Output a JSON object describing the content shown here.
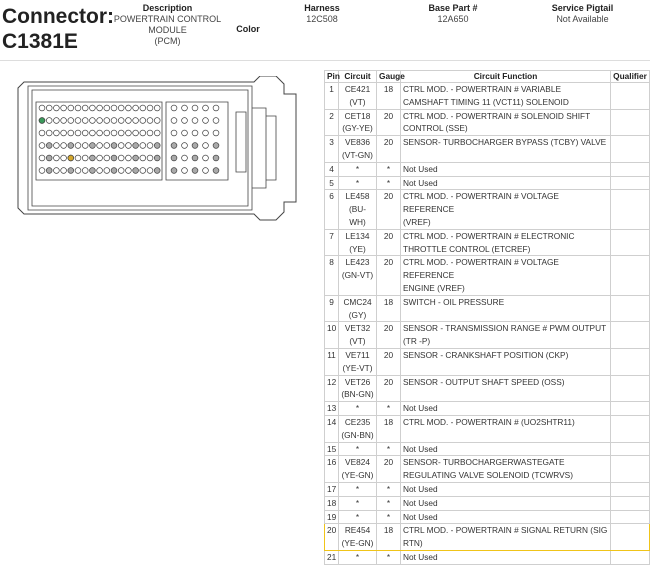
{
  "header": {
    "title_line1": "Connector:",
    "title_line2": "C1381E",
    "description_label": "Description",
    "description_value_line1": "POWERTRAIN CONTROL MODULE",
    "description_value_line2": "(PCM)",
    "color_label": "Color",
    "harness_label": "Harness",
    "harness_value": "12C508",
    "base_part_label": "Base Part #",
    "base_part_value": "12A650",
    "service_pigtail_label": "Service Pigtail",
    "service_pigtail_value": "Not Available"
  },
  "table": {
    "columns": [
      "Pin",
      "Circuit",
      "Gauge",
      "Circuit Function",
      "Qualifier"
    ],
    "rows": [
      {
        "pin": "1",
        "circuit": [
          "CE421",
          "(VT)"
        ],
        "gauge": "18",
        "function": [
          "CTRL MOD. - POWERTRAIN # VARIABLE",
          "CAMSHAFT TIMING 11 (VCT11) SOLENOID"
        ]
      },
      {
        "pin": "2",
        "circuit": [
          "CET18",
          "(GY-YE)"
        ],
        "gauge": "20",
        "function": [
          "CTRL MOD. - POWERTRAIN # SOLENOID SHIFT",
          "CONTROL (SSE)"
        ]
      },
      {
        "pin": "3",
        "circuit": [
          "VE836",
          "(VT-GN)"
        ],
        "gauge": "20",
        "function": [
          "SENSOR- TURBOCHARGER BYPASS (TCBY) VALVE"
        ]
      },
      {
        "pin": "4",
        "circuit": [
          "*"
        ],
        "gauge": "*",
        "function": [
          "Not Used"
        ]
      },
      {
        "pin": "5",
        "circuit": [
          "*"
        ],
        "gauge": "*",
        "function": [
          "Not Used"
        ]
      },
      {
        "pin": "6",
        "circuit": [
          "LE458",
          "(BU-WH)"
        ],
        "gauge": "20",
        "function": [
          "CTRL MOD. - POWERTRAIN # VOLTAGE REFERENCE",
          "(VREF)"
        ]
      },
      {
        "pin": "7",
        "circuit": [
          "LE134",
          "(YE)"
        ],
        "gauge": "20",
        "function": [
          "CTRL MOD. - POWERTRAIN # ELECTRONIC",
          "THROTTLE CONTROL (ETCREF)"
        ]
      },
      {
        "pin": "8",
        "circuit": [
          "LE423",
          "(GN-VT)"
        ],
        "gauge": "20",
        "function": [
          "CTRL MOD. - POWERTRAIN # VOLTAGE REFERENCE",
          "ENGINE (VREF)"
        ]
      },
      {
        "pin": "9",
        "circuit": [
          "CMC24",
          "(GY)"
        ],
        "gauge": "18",
        "function": [
          "SWITCH - OIL PRESSURE"
        ]
      },
      {
        "pin": "10",
        "circuit": [
          "VET32",
          "(VT)"
        ],
        "gauge": "20",
        "function": [
          "SENSOR - TRANSMISSION RANGE # PWM OUTPUT",
          "(TR -P)"
        ]
      },
      {
        "pin": "11",
        "circuit": [
          "VE711",
          "(YE-VT)"
        ],
        "gauge": "20",
        "function": [
          "SENSOR - CRANKSHAFT POSITION (CKP)"
        ]
      },
      {
        "pin": "12",
        "circuit": [
          "VET26",
          "(BN-GN)"
        ],
        "gauge": "20",
        "function": [
          "SENSOR - OUTPUT SHAFT SPEED (OSS)"
        ]
      },
      {
        "pin": "13",
        "circuit": [
          "*"
        ],
        "gauge": "*",
        "function": [
          "Not Used"
        ]
      },
      {
        "pin": "14",
        "circuit": [
          "CE235",
          "(GN-BN)"
        ],
        "gauge": "18",
        "function": [
          "CTRL MOD. - POWERTRAIN # (UO2SHTR11)"
        ]
      },
      {
        "pin": "15",
        "circuit": [
          "*"
        ],
        "gauge": "*",
        "function": [
          "Not Used"
        ]
      },
      {
        "pin": "16",
        "circuit": [
          "VE824",
          "(YE-GN)"
        ],
        "gauge": "20",
        "function": [
          "SENSOR- TURBOCHARGERWASTEGATE",
          "REGULATING VALVE SOLENOID (TCWRVS)"
        ]
      },
      {
        "pin": "17",
        "circuit": [
          "*"
        ],
        "gauge": "*",
        "function": [
          "Not Used"
        ]
      },
      {
        "pin": "18",
        "circuit": [
          "*"
        ],
        "gauge": "*",
        "function": [
          "Not Used"
        ]
      },
      {
        "pin": "19",
        "circuit": [
          "*"
        ],
        "gauge": "*",
        "function": [
          "Not Used"
        ]
      },
      {
        "pin": "20",
        "circuit": [
          "RE454",
          "(YE-GN)"
        ],
        "gauge": "18",
        "function": [
          "CTRL MOD. - POWERTRAIN # SIGNAL RETURN (SIG",
          "RTN)"
        ],
        "highlighted": true
      },
      {
        "pin": "21",
        "circuit": [
          "*"
        ],
        "gauge": "*",
        "function": [
          "Not Used"
        ]
      }
    ]
  },
  "colors": {
    "highlight_border": "#f0c419",
    "pin_green": "#3a9a5b",
    "pin_gold": "#d4a72c",
    "pin_grey": "#aaaaaa"
  }
}
